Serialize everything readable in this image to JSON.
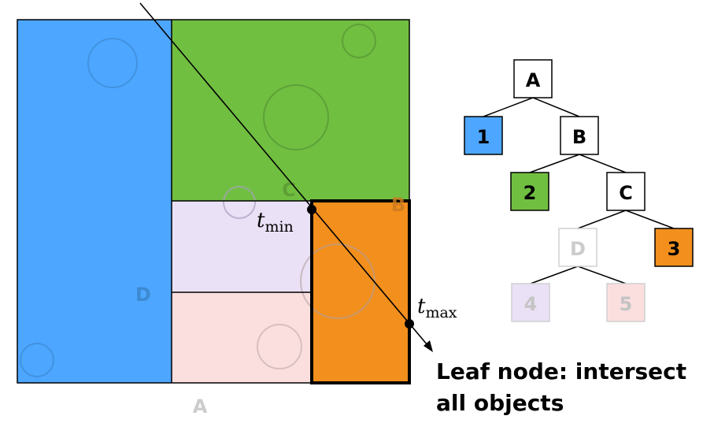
{
  "region_labels": {
    "a": "A",
    "b": "B",
    "c": "C",
    "d": "D"
  },
  "ray": {
    "t_min_var": "t",
    "t_min_sub": "min",
    "t_max_var": "t",
    "t_max_sub": "max"
  },
  "tree": {
    "node_a": "A",
    "node_b": "B",
    "node_c": "C",
    "node_d": "D",
    "leaf_1": "1",
    "leaf_2": "2",
    "leaf_3": "3",
    "leaf_4": "4",
    "leaf_5": "5"
  },
  "caption": {
    "line1": "Leaf node: intersect",
    "line2": "all objects"
  },
  "colors": {
    "blue": "#4da6ff",
    "green": "#70bf41",
    "orange": "#f28f1d",
    "lavender": "#ebe1f6",
    "pink": "#fbdfdf",
    "highlight_leaf": "#f28f1d"
  }
}
